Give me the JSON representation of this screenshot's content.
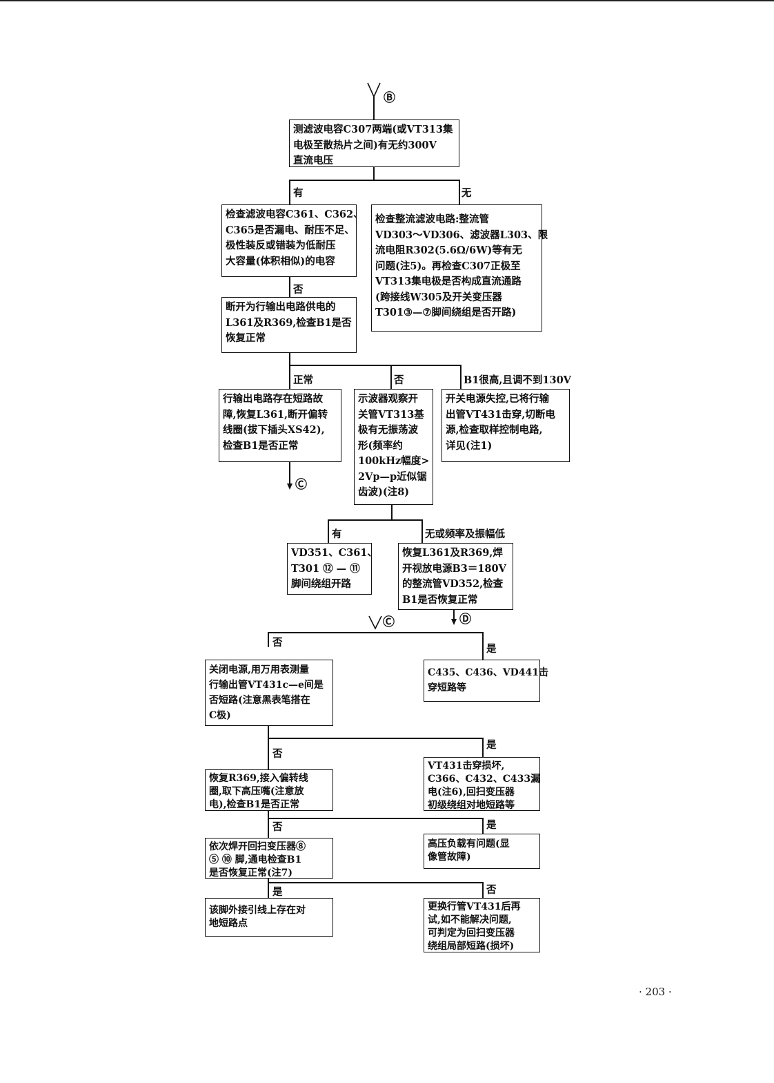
{
  "connectors": {
    "b": "Ⓑ",
    "c_out": "Ⓒ",
    "c_in": "Ⓒ",
    "d": "Ⓓ"
  },
  "boxes": [
    {
      "lines": [
        "测滤波电容C307两端(或VT313集",
        "电极至散热片之间)有无约300V",
        "直流电压"
      ]
    },
    {
      "lines": [
        "检查滤波电容C361、C362、",
        "C365是否漏电、耐压不足、",
        "极性装反或错装为低耐压",
        "大容量(体积相似)的电容"
      ]
    },
    {
      "lines": [
        "检查整流滤波电路:整流管",
        "VD303～VD306、滤波器L303、限",
        "流电阻R302(5.6Ω/6W)等有无",
        "问题(注5)。再检查C307正极至",
        "VT313集电极是否构成直流通路",
        "(跨接线W305及开关变压器",
        "T301③—⑦脚间绕组是否开路)"
      ]
    },
    {
      "lines": [
        "断开为行输出电路供电的",
        "L361及R369,检查B1是否",
        "恢复正常"
      ]
    },
    {
      "lines": [
        "行输出电路存在短路故",
        "障,恢复L361,断开偏转",
        "线圈(拔下插头XS42),",
        "检查B1是否正常"
      ]
    },
    {
      "lines": [
        "示波器观察开",
        "关管VT313基",
        "极有无振荡波",
        "形(频率约",
        "100kHz幅度>",
        "2Vp—p近似锯",
        "齿波)(注8)"
      ]
    },
    {
      "lines": [
        "开关电源失控,已将行输",
        "出管VT431击穿,切断电",
        "源,检查取样控制电路,",
        "详见(注1)"
      ]
    },
    {
      "lines": [
        "VD351、C361、",
        "T301 ⑫ — ⑪",
        "脚间绕组开路"
      ]
    },
    {
      "lines": [
        "恢复L361及R369,焊",
        "开视放电源B3＝180V",
        "的整流管VD352,检查",
        "B1是否恢复正常"
      ]
    },
    {
      "lines": [
        "关闭电源,用万用表测量",
        "行输出管VT431c—e间是",
        "否短路(注意黑表笔搭在",
        "C极)"
      ]
    },
    {
      "lines": [
        "C435、C436、VD441击",
        "穿短路等"
      ]
    },
    {
      "lines": [
        "恢复R369,接入偏转线",
        "圈,取下高压嘴(注意放",
        "电),检查B1是否正常"
      ]
    },
    {
      "lines": [
        "VT431击穿损坏,",
        "C366、C432、C433漏",
        "电(注6),回扫变压器",
        "初级绕组对地短路等"
      ]
    },
    {
      "lines": [
        "依次焊开回扫变压器⑧",
        "⑤ ⑩ 脚,通电检查B1",
        "是否恢复正常(注7)"
      ]
    },
    {
      "lines": [
        "高压负载有问题(显",
        "像管故障)"
      ]
    },
    {
      "lines": [
        "该脚外接引线上存在对",
        "地短路点"
      ]
    },
    {
      "lines": [
        "更换行管VT431后再",
        "试,如不能解决问题,",
        "可判定为回扫变压器",
        "绕组局部短路(损坏)"
      ]
    }
  ],
  "labels": {
    "you1": "有",
    "wu1": "无",
    "fou1": "否",
    "zhengchang": "正常",
    "fou2": "否",
    "b1high": "B1很高,且调不到130V",
    "you2": "有",
    "wuhuo": "无或频率及振幅低",
    "fou3": "否",
    "shi1": "是",
    "fou4": "否",
    "shi2": "是",
    "fou5": "否",
    "shi3": "是",
    "shi4": "是",
    "fou6": "否"
  },
  "page_number": "· 203 ·"
}
